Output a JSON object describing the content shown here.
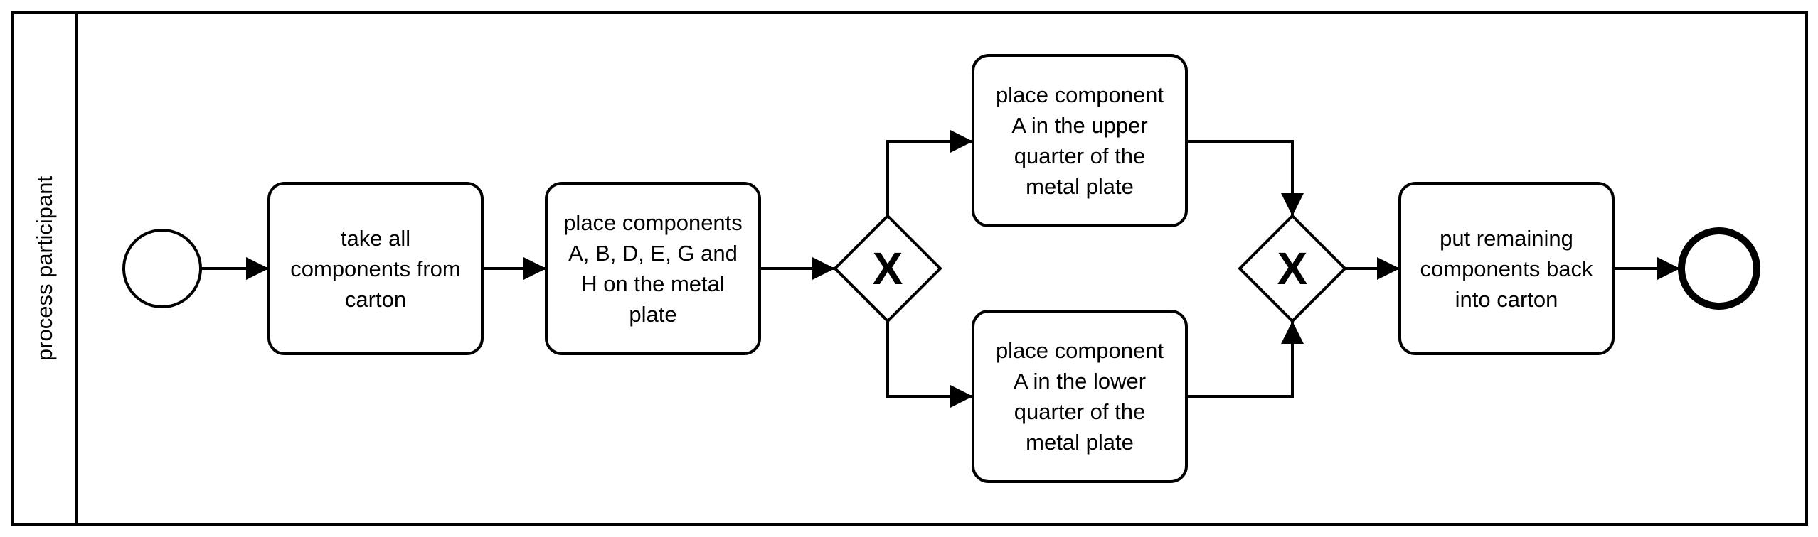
{
  "pool": {
    "label": "process participant"
  },
  "tasks": {
    "take_components": "take all components from carton",
    "place_components": "place components A, B, D, E, G and H on the metal plate",
    "place_upper": "place component A in the upper quarter of the metal plate",
    "place_lower": "place component A in the lower quarter of the metal plate",
    "put_back": "put remaining components back into carton"
  },
  "gateways": {
    "split_marker": "X",
    "join_marker": "X"
  }
}
